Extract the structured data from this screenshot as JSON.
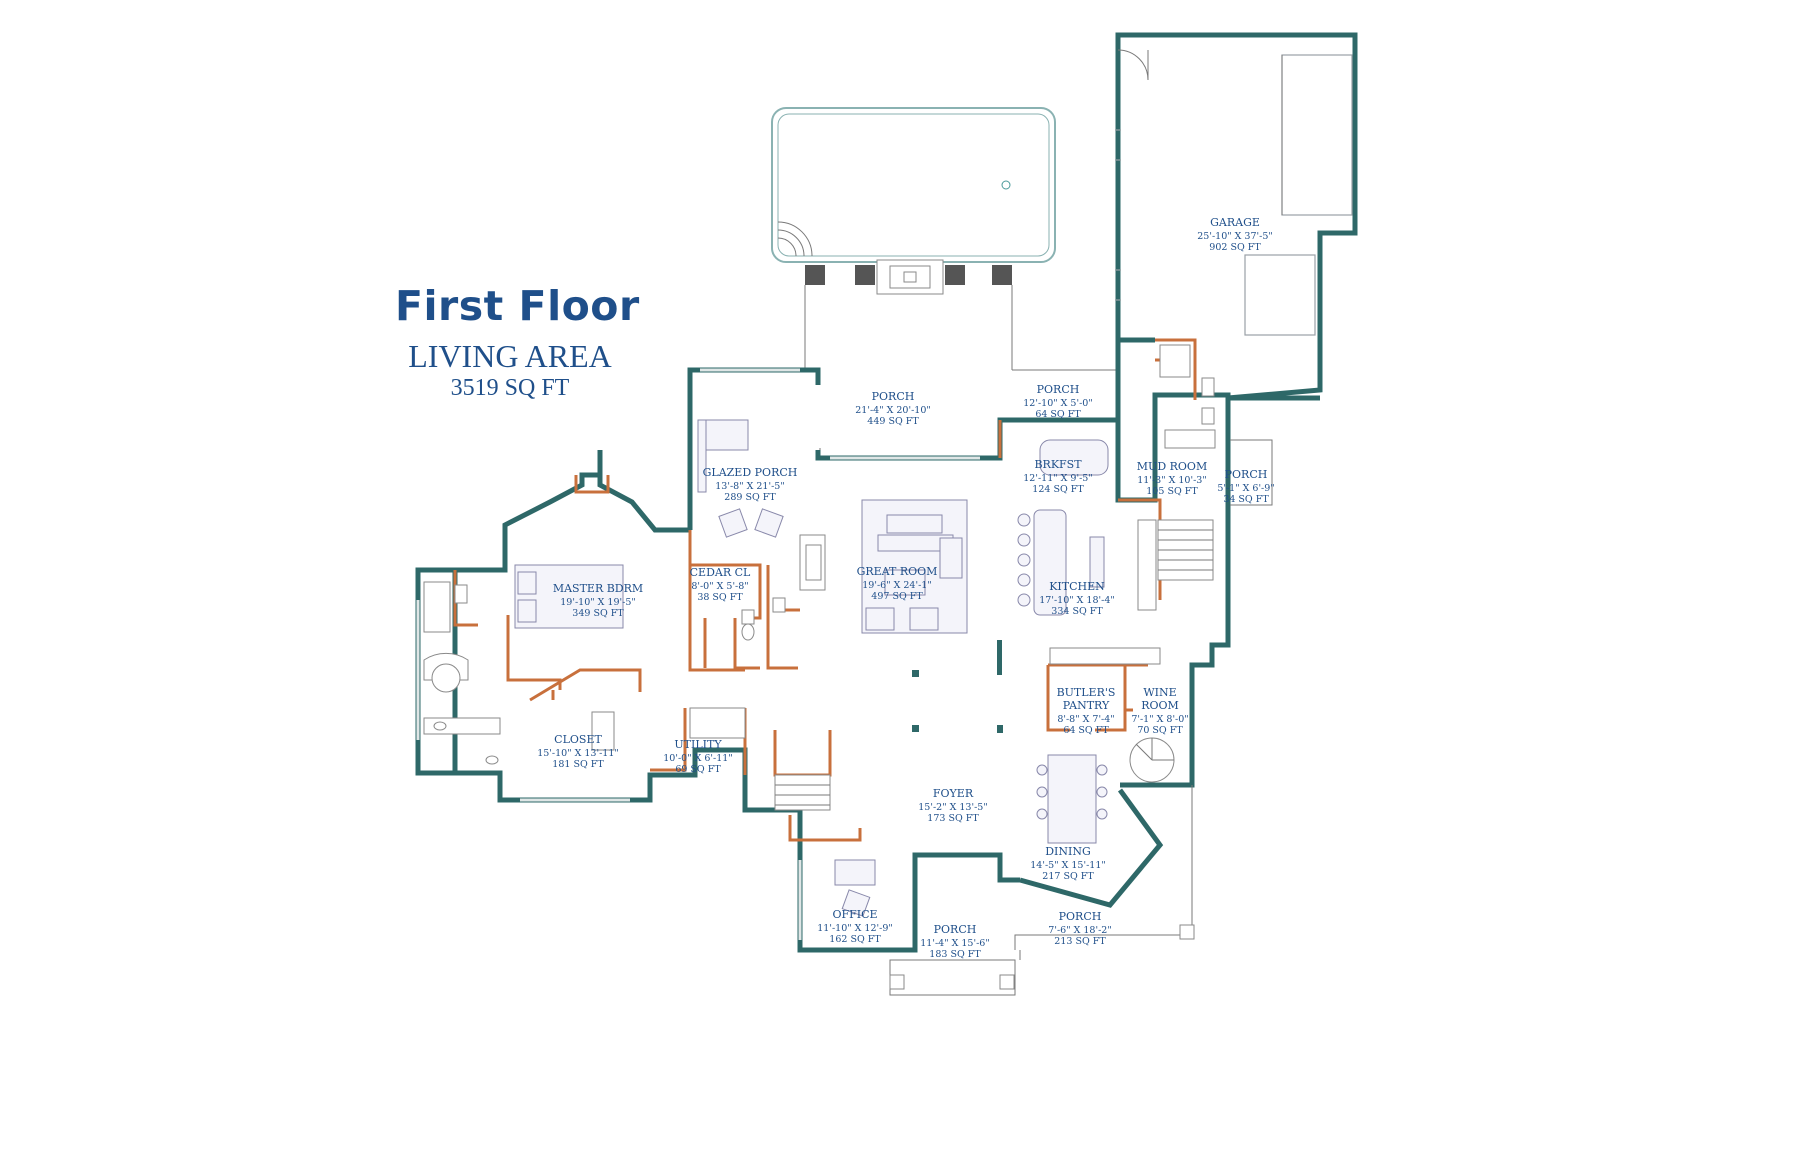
{
  "heading": {
    "title": "First Floor",
    "subtitle": "LIVING AREA",
    "area": "3519 SQ FT"
  },
  "colors": {
    "heading": "#1f4f8a",
    "exterior_wall": "#2e6868",
    "interior_wall": "#c8703c",
    "room_label": "#1f4f8a"
  },
  "rooms": [
    {
      "name": "GARAGE",
      "dims": "25'-10\" X 37'-5\"",
      "area": "902 SQ FT"
    },
    {
      "name": "PORCH",
      "dims": "21'-4\" X 20'-10\"",
      "area": "449 SQ FT"
    },
    {
      "name": "PORCH",
      "dims": "12'-10\" X 5'-0\"",
      "area": "64 SQ FT"
    },
    {
      "name": "MUD ROOM",
      "dims": "11'-3\" X 10'-3\"",
      "area": "105 SQ FT"
    },
    {
      "name": "PORCH",
      "dims": "5'-1\" X 6'-9\"",
      "area": "34 SQ FT"
    },
    {
      "name": "BRKFST",
      "dims": "12'-11\" X 9'-5\"",
      "area": "124 SQ FT"
    },
    {
      "name": "GLAZED PORCH",
      "dims": "13'-8\" X 21'-5\"",
      "area": "289 SQ FT"
    },
    {
      "name": "GREAT ROOM",
      "dims": "19'-6\" X 24'-1\"",
      "area": "497 SQ FT"
    },
    {
      "name": "KITCHEN",
      "dims": "17'-10\" X 18'-4\"",
      "area": "334 SQ FT"
    },
    {
      "name": "CEDAR CL",
      "dims": "8'-0\" X 5'-8\"",
      "area": "38 SQ FT"
    },
    {
      "name": "MASTER BDRM",
      "dims": "19'-10\" X 19'-5\"",
      "area": "349 SQ FT"
    },
    {
      "name": "BUTLER'S PANTRY",
      "dims": "8'-8\" X 7'-4\"",
      "area": "64 SQ FT"
    },
    {
      "name": "WINE ROOM",
      "dims": "7'-1\" X 8'-0\"",
      "area": "70 SQ FT"
    },
    {
      "name": "CLOSET",
      "dims": "15'-10\" X 13'-11\"",
      "area": "181 SQ FT"
    },
    {
      "name": "UTILITY",
      "dims": "10'-0\" X 6'-11\"",
      "area": "69 SQ FT"
    },
    {
      "name": "FOYER",
      "dims": "15'-2\" X 13'-5\"",
      "area": "173 SQ FT"
    },
    {
      "name": "DINING",
      "dims": "14'-5\" X 15'-11\"",
      "area": "217 SQ FT"
    },
    {
      "name": "OFFICE",
      "dims": "11'-10\" X 12'-9\"",
      "area": "162 SQ FT"
    },
    {
      "name": "PORCH",
      "dims": "11'-4\" X 15'-6\"",
      "area": "183 SQ FT"
    },
    {
      "name": "PORCH",
      "dims": "7'-6\" X 18'-2\"",
      "area": "213 SQ FT"
    }
  ]
}
